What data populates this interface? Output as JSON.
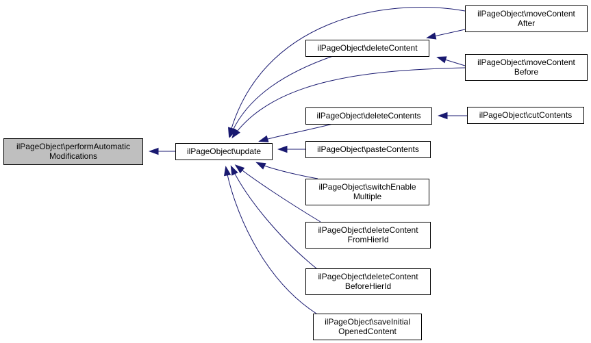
{
  "diagram": {
    "nodes": [
      {
        "id": "performAutomaticModifications",
        "lines": [
          "ilPageObject\\performAutomatic",
          "Modifications"
        ],
        "highlighted": true
      },
      {
        "id": "update",
        "lines": [
          "ilPageObject\\update"
        ]
      },
      {
        "id": "deleteContent",
        "lines": [
          "ilPageObject\\deleteContent"
        ]
      },
      {
        "id": "deleteContents",
        "lines": [
          "ilPageObject\\deleteContents"
        ]
      },
      {
        "id": "pasteContents",
        "lines": [
          "ilPageObject\\pasteContents"
        ]
      },
      {
        "id": "switchEnableMultiple",
        "lines": [
          "ilPageObject\\switchEnable",
          "Multiple"
        ]
      },
      {
        "id": "deleteContentFromHierId",
        "lines": [
          "ilPageObject\\deleteContent",
          "FromHierId"
        ]
      },
      {
        "id": "deleteContentBeforeHierId",
        "lines": [
          "ilPageObject\\deleteContent",
          "BeforeHierId"
        ]
      },
      {
        "id": "saveInitialOpenedContent",
        "lines": [
          "ilPageObject\\saveInitial",
          "OpenedContent"
        ]
      },
      {
        "id": "moveContentAfter",
        "lines": [
          "ilPageObject\\moveContent",
          "After"
        ]
      },
      {
        "id": "moveContentBefore",
        "lines": [
          "ilPageObject\\moveContent",
          "Before"
        ]
      },
      {
        "id": "cutContents",
        "lines": [
          "ilPageObject\\cutContents"
        ]
      }
    ],
    "edges": [
      {
        "from": "update",
        "to": "performAutomaticModifications"
      },
      {
        "from": "moveContentAfter",
        "to": "update"
      },
      {
        "from": "deleteContent",
        "to": "update"
      },
      {
        "from": "moveContentBefore",
        "to": "update"
      },
      {
        "from": "deleteContents",
        "to": "update"
      },
      {
        "from": "pasteContents",
        "to": "update"
      },
      {
        "from": "switchEnableMultiple",
        "to": "update"
      },
      {
        "from": "deleteContentFromHierId",
        "to": "update"
      },
      {
        "from": "deleteContentBeforeHierId",
        "to": "update"
      },
      {
        "from": "saveInitialOpenedContent",
        "to": "update"
      },
      {
        "from": "moveContentAfter",
        "to": "deleteContent"
      },
      {
        "from": "moveContentBefore",
        "to": "deleteContent"
      },
      {
        "from": "cutContents",
        "to": "deleteContents"
      }
    ],
    "colors": {
      "edge": "#191970",
      "highlighted_node_fill": "#bfbfbf",
      "node_fill": "#ffffff",
      "node_border": "#000000"
    }
  }
}
